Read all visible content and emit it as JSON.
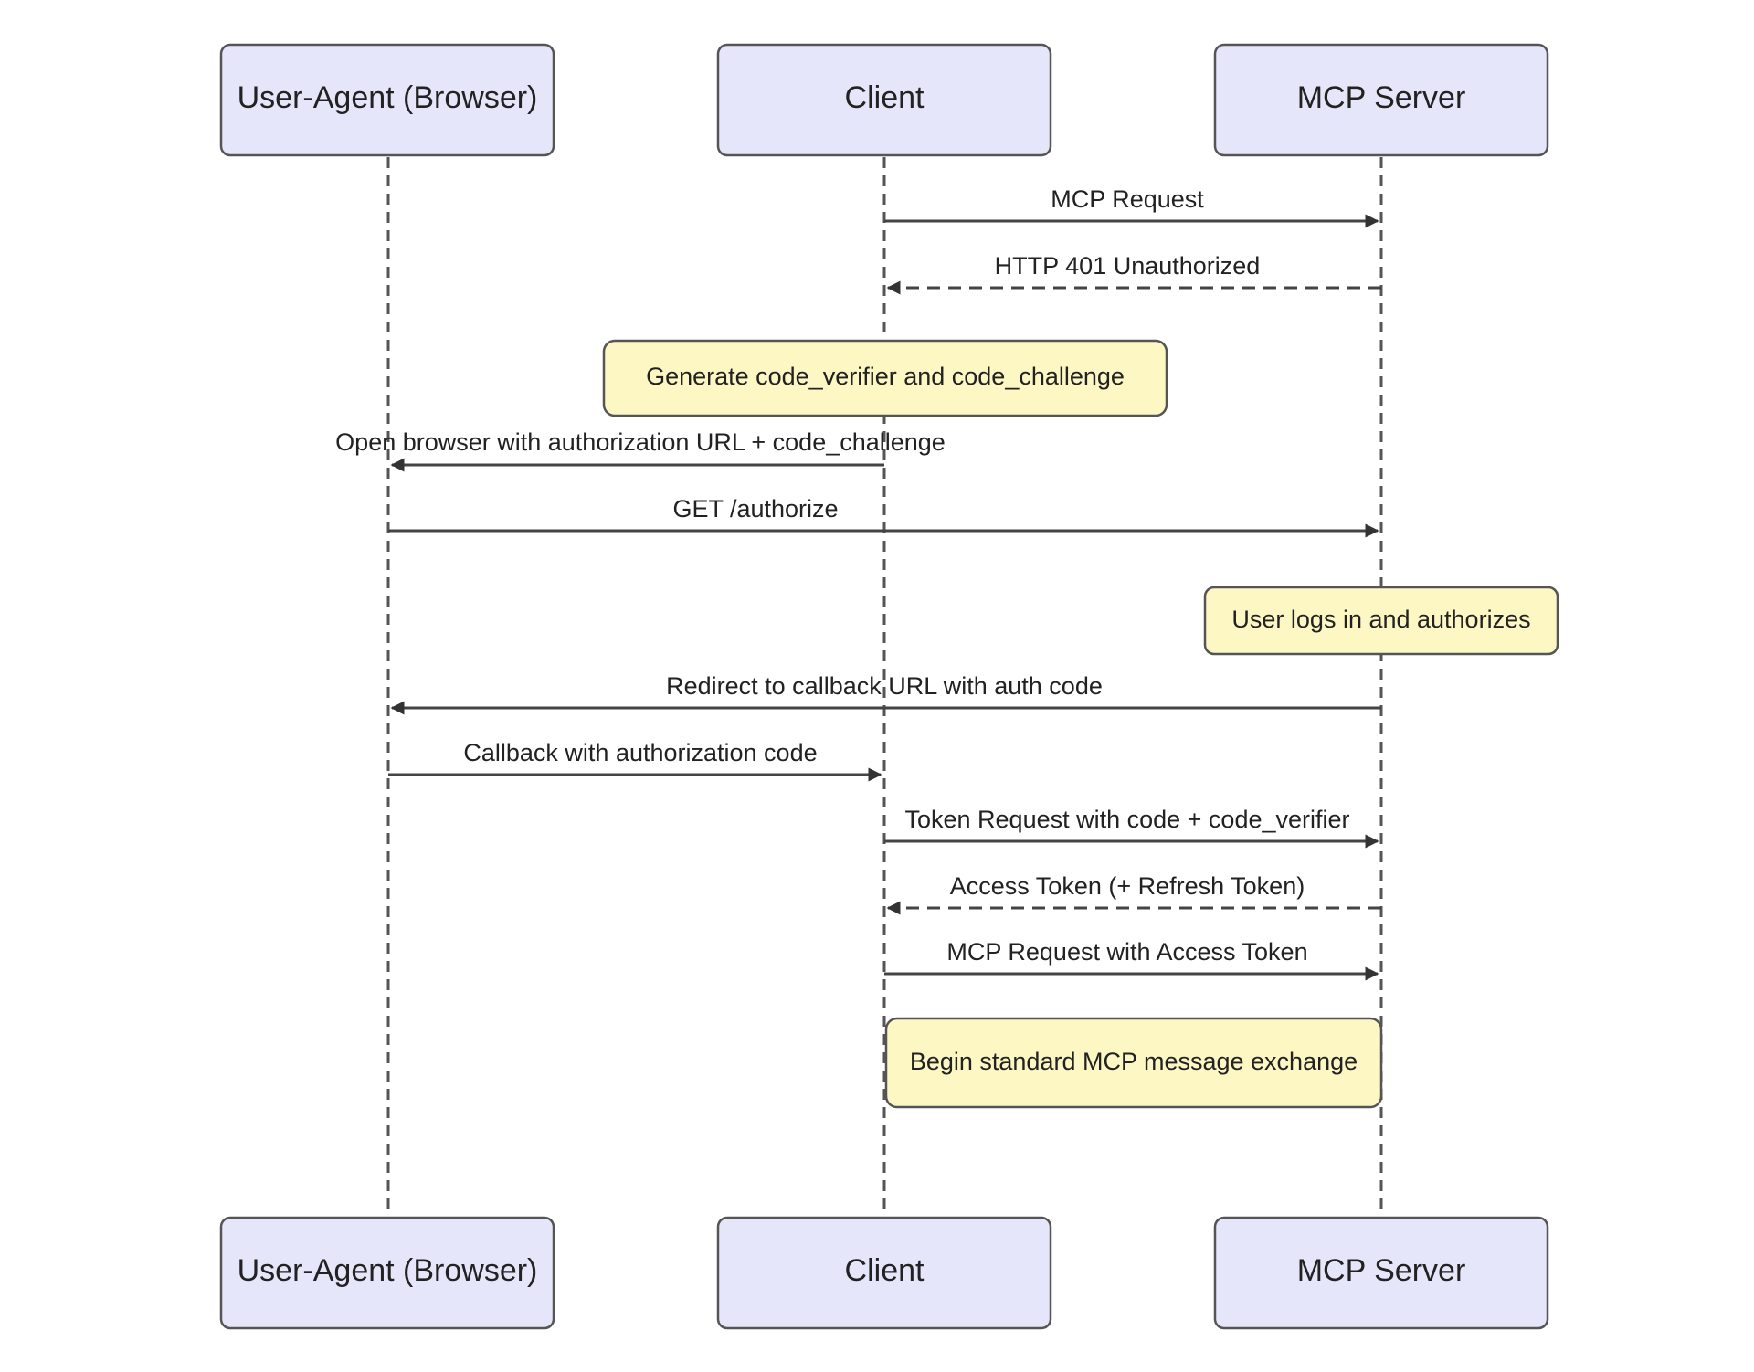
{
  "actors": [
    {
      "id": "browser",
      "label": "User-Agent (Browser)"
    },
    {
      "id": "client",
      "label": "Client"
    },
    {
      "id": "server",
      "label": "MCP Server"
    }
  ],
  "messages": [
    {
      "from": "client",
      "to": "server",
      "label": "MCP Request",
      "style": "solid"
    },
    {
      "from": "server",
      "to": "client",
      "label": "HTTP 401 Unauthorized",
      "style": "dashed"
    },
    {
      "from": "client",
      "to": "browser",
      "label": "Open browser with authorization URL + code_challenge",
      "style": "solid"
    },
    {
      "from": "browser",
      "to": "server",
      "label": "GET /authorize",
      "style": "solid"
    },
    {
      "from": "server",
      "to": "browser",
      "label": "Redirect to callback URL with auth code",
      "style": "solid"
    },
    {
      "from": "browser",
      "to": "client",
      "label": "Callback with authorization code",
      "style": "solid"
    },
    {
      "from": "client",
      "to": "server",
      "label": "Token Request with code + code_verifier",
      "style": "solid"
    },
    {
      "from": "server",
      "to": "client",
      "label": "Access Token (+ Refresh Token)",
      "style": "dashed"
    },
    {
      "from": "client",
      "to": "server",
      "label": "MCP Request with Access Token",
      "style": "solid"
    }
  ],
  "notes": [
    {
      "label": "Generate code_verifier and code_challenge",
      "over": "client"
    },
    {
      "label": "User logs in and authorizes",
      "over": "server"
    },
    {
      "label": "Begin standard MCP message exchange",
      "over": "client-server"
    }
  ],
  "colors": {
    "actor_fill": "#e6e6fa",
    "note_fill": "#fdf7c3",
    "line": "#444444"
  }
}
